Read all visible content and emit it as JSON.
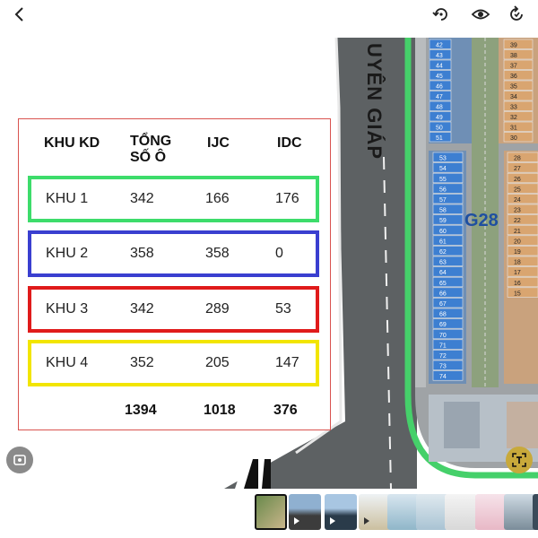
{
  "viewer": {
    "toolbar_icons": [
      "back-icon",
      "rotate-icon",
      "eye-icon",
      "rotate-alt-icon"
    ]
  },
  "table": {
    "headers": {
      "khu_kd": "KHU KD",
      "tong_so_o_line1": "TỔNG",
      "tong_so_o_line2": "SỐ Ô",
      "ijc": "IJC",
      "idc": "IDC"
    },
    "rows": [
      {
        "name": "KHU 1",
        "tong": "342",
        "ijc": "166",
        "idc": "176",
        "color": "#3ddc6b"
      },
      {
        "name": "KHU 2",
        "tong": "358",
        "ijc": "358",
        "idc": "0",
        "color": "#3a3fd0"
      },
      {
        "name": "KHU 3",
        "tong": "342",
        "ijc": "289",
        "idc": "53",
        "color": "#e01b1b"
      },
      {
        "name": "KHU 4",
        "tong": "352",
        "ijc": "205",
        "idc": "147",
        "color": "#f2e500"
      }
    ],
    "totals": {
      "tong": "1394",
      "ijc": "1018",
      "idc": "376"
    }
  },
  "map": {
    "street_label": "UYÊN GIÁP",
    "block_label": "G28",
    "lots_upper": [
      "42",
      "43",
      "44",
      "45",
      "46",
      "47",
      "48",
      "49",
      "50",
      "51"
    ],
    "lots_lower": [
      "53",
      "54",
      "55",
      "56",
      "57",
      "58",
      "59",
      "60",
      "61",
      "62",
      "63",
      "64",
      "65",
      "66",
      "67",
      "68",
      "69",
      "70",
      "71",
      "72",
      "73",
      "74"
    ],
    "lots_right_upper": [
      "39",
      "38",
      "37",
      "36",
      "35",
      "34",
      "33",
      "32",
      "31",
      "30"
    ],
    "lots_right_lower": [
      "28",
      "27",
      "26",
      "25",
      "24",
      "23",
      "22",
      "21",
      "20",
      "19",
      "18",
      "17",
      "16",
      "15"
    ]
  },
  "filmstrip": {
    "thumbnails": [
      "thumb-1",
      "thumb-2",
      "thumb-3",
      "thumb-4",
      "thumb-5",
      "thumb-6",
      "thumb-7",
      "thumb-8",
      "thumb-9",
      "thumb-10"
    ]
  }
}
